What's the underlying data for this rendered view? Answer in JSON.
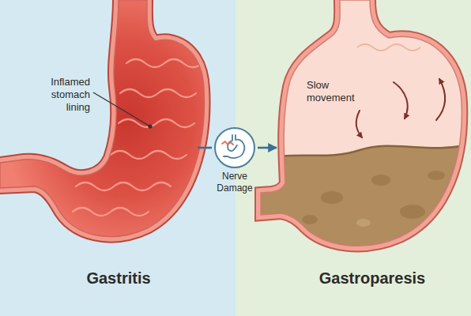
{
  "diagram": {
    "nodes": [
      {
        "text": [
          "Inflamed stomach lining",
          "Gastritis"
        ]
      },
      {
        "text": [
          "Nerve Damage"
        ]
      },
      {
        "text": [
          "Slow movement",
          "Gastroparesis"
        ]
      }
    ],
    "edges": [
      {
        "from": 0,
        "to": 1,
        "arrow": "none"
      },
      {
        "from": 1,
        "to": 2,
        "arrow": "to"
      }
    ]
  }
}
